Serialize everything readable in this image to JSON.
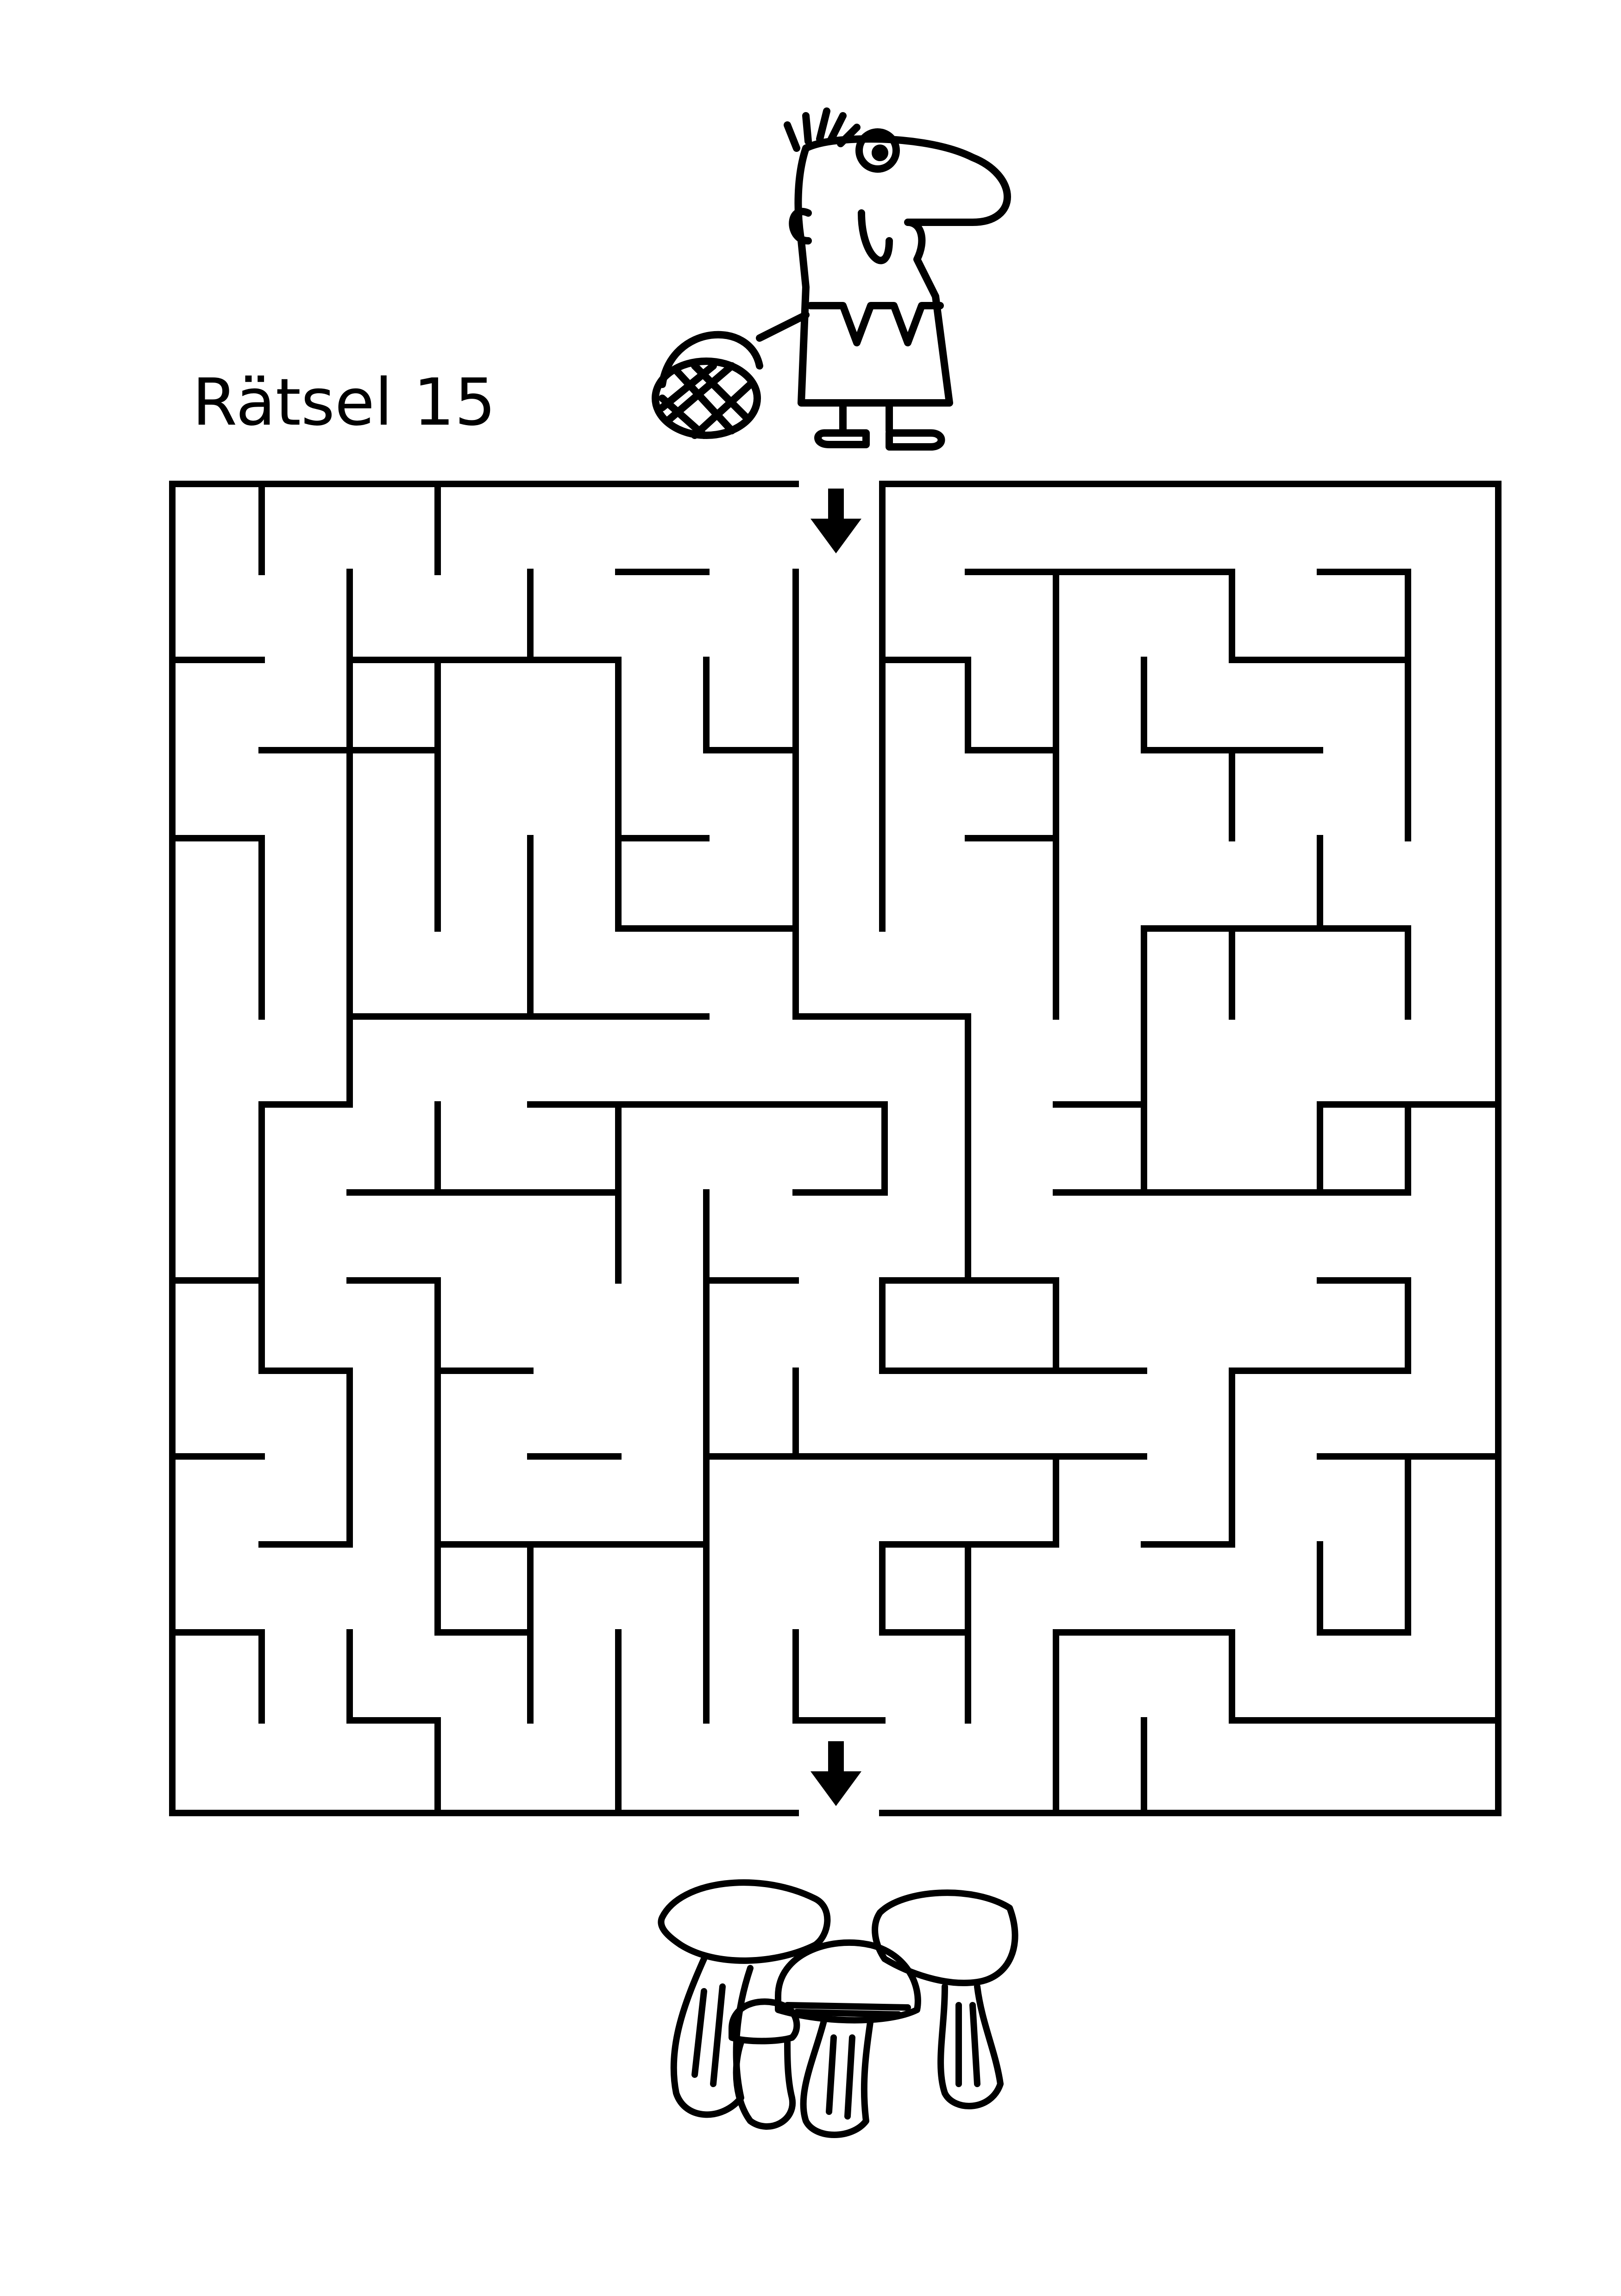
{
  "puzzle": {
    "title": "Rätsel 15"
  },
  "colors": {
    "ink": "#000000",
    "paper": "#ffffff"
  },
  "icons": {
    "character": "man-with-basket",
    "goal": "mushrooms",
    "start_arrow": "arrow-down-icon",
    "end_arrow": "arrow-down-icon"
  }
}
